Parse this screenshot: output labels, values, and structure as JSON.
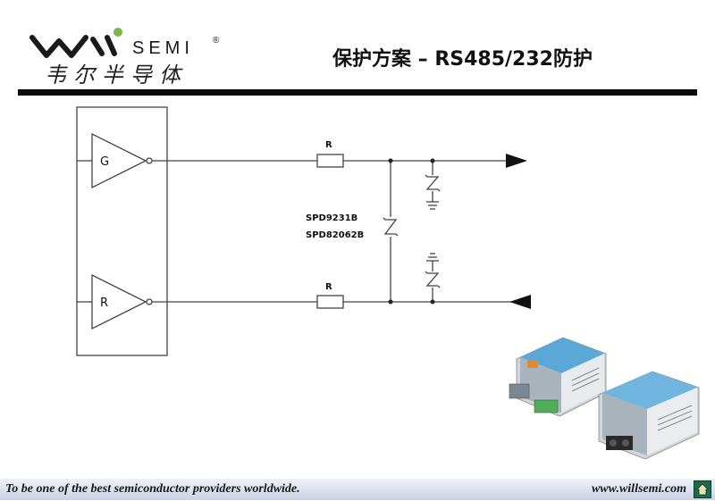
{
  "logo": {
    "brand_text": "SEMI",
    "registered_mark": "®",
    "chinese_name": "韦尔半导体"
  },
  "slide": {
    "title": "保护方案 – RS485/232防护"
  },
  "diagram": {
    "driver_label": "G",
    "receiver_label": "R",
    "resistor_top_label": "R",
    "resistor_bottom_label": "R",
    "part_number_1": "SPD9231B",
    "part_number_2": "SPD82062B"
  },
  "footer": {
    "slogan": "To be one of the best semiconductor providers worldwide.",
    "url": "www.willsemi.com"
  },
  "colors": {
    "logo_green": "#7ab648",
    "logo_dark": "#1a1a1a",
    "rule": "#0a0a0a",
    "footer_bg": "#c9d3e6"
  },
  "icons": {
    "home": "home-icon"
  }
}
